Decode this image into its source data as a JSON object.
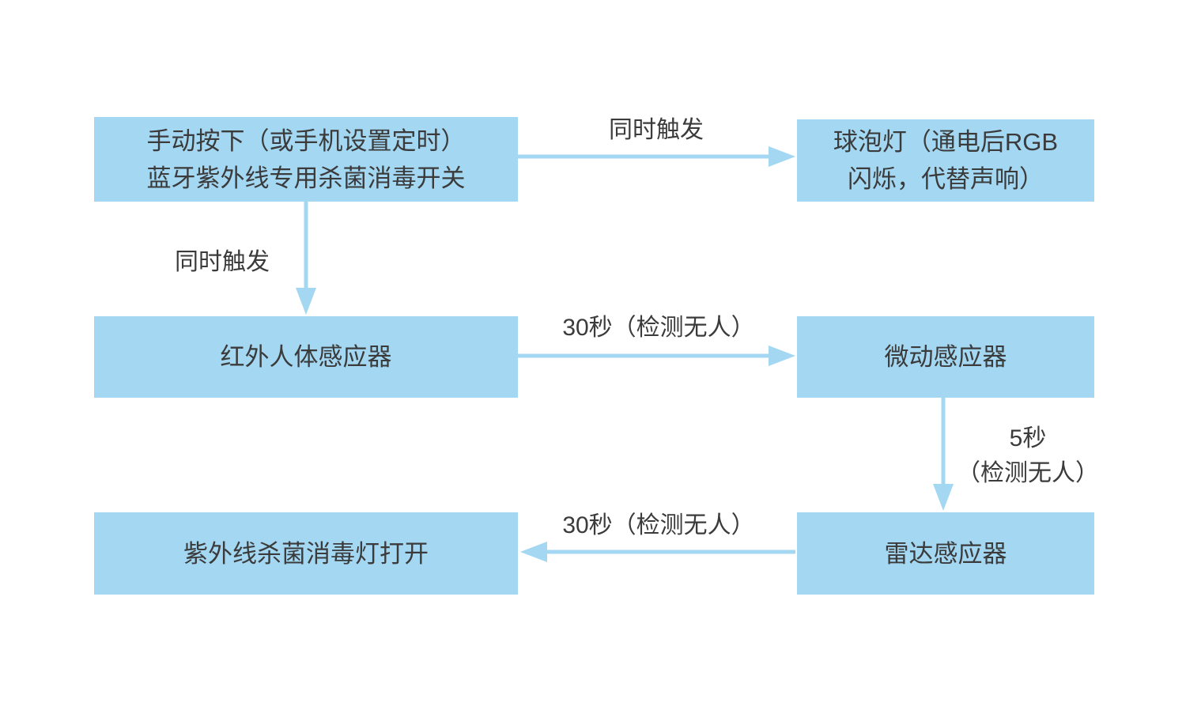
{
  "diagram": {
    "title": "UV disinfection lamp trigger flow",
    "nodes": {
      "switch": {
        "line1": "手动按下（或手机设置定时）",
        "line2": "蓝牙紫外线专用杀菌消毒开关"
      },
      "bulb": {
        "line1": "球泡灯（通电后RGB",
        "line2": "闪烁，代替声响）"
      },
      "pir": {
        "label": "红外人体感应器"
      },
      "micro": {
        "label": "微动感应器"
      },
      "radar": {
        "label": "雷达感应器"
      },
      "uv": {
        "label": "紫外线杀菌消毒灯打开"
      }
    },
    "edges": {
      "switch_to_bulb": {
        "label": "同时触发"
      },
      "switch_to_pir": {
        "label": "同时触发"
      },
      "pir_to_micro": {
        "label": "30秒（检测无人）"
      },
      "micro_to_radar": {
        "line1": "5秒",
        "line2": "（检测无人）"
      },
      "radar_to_uv": {
        "label": "30秒（检测无人）"
      }
    }
  },
  "colors": {
    "box_fill": "#a3d7f2",
    "arrow": "#a3d7f2",
    "text": "#3b3b3b",
    "background": "#ffffff"
  }
}
